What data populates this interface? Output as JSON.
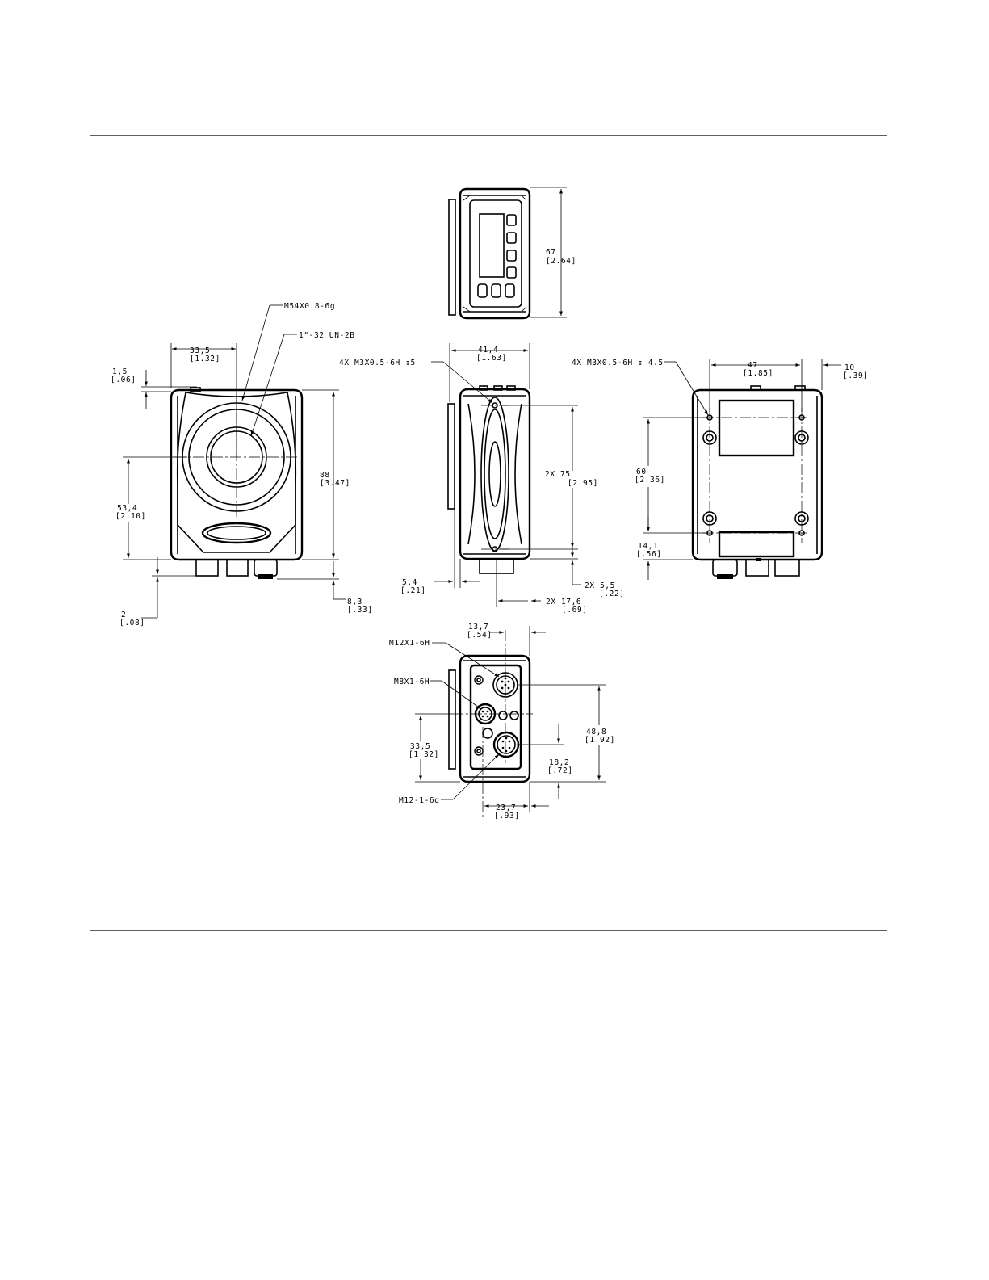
{
  "dims": {
    "front_w": "33,5",
    "front_w_in": "[1.32]",
    "front_top": "1,5",
    "front_top_in": "[.06]",
    "front_h": "88",
    "front_h_in": "[3.47]",
    "front_c": "53,4",
    "front_c_in": "[2.10]",
    "front_b": "2",
    "front_b_in": "[.08]",
    "front_conn": "8,3",
    "front_conn_in": "[.33]",
    "lens_thread": "M54X0.8-6g",
    "mount_thread": "1\"-32 UN-2B",
    "top_h": "67",
    "top_h_in": "[2.64]",
    "side_w": "41,4",
    "side_w_in": "[1.63]",
    "side_holes": "4X M3X0.5-6H ↧5",
    "side_holes_sp": "2X 75",
    "side_holes_sp_in": "[2.95]",
    "side_left": "5,4",
    "side_left_in": "[.21]",
    "side_bot": "2X 5,5",
    "side_bot_in": "[.22]",
    "side_conn": "2X 17,6",
    "side_conn_in": "[.69]",
    "back_holes": "4X M3X0.5-6H ↧ 4.5",
    "back_w": "47",
    "back_w_in": "[1.85]",
    "back_r": "10",
    "back_r_in": "[.39]",
    "back_h": "60",
    "back_h_in": "[2.36]",
    "back_bot": "14,1",
    "back_bot_in": "[.56]",
    "bot_top": "13,7",
    "bot_top_in": "[.54]",
    "bot_m12": "M12X1-6H",
    "bot_m8": "M8X1-6H",
    "bot_h1": "33,5",
    "bot_h1_in": "[1.32]",
    "bot_h2": "48,8",
    "bot_h2_in": "[1.92]",
    "bot_h3": "18,2",
    "bot_h3_in": "[.72]",
    "bot_m12b": "M12-1-6g",
    "bot_w": "23,7",
    "bot_w_in": "[.93]"
  }
}
